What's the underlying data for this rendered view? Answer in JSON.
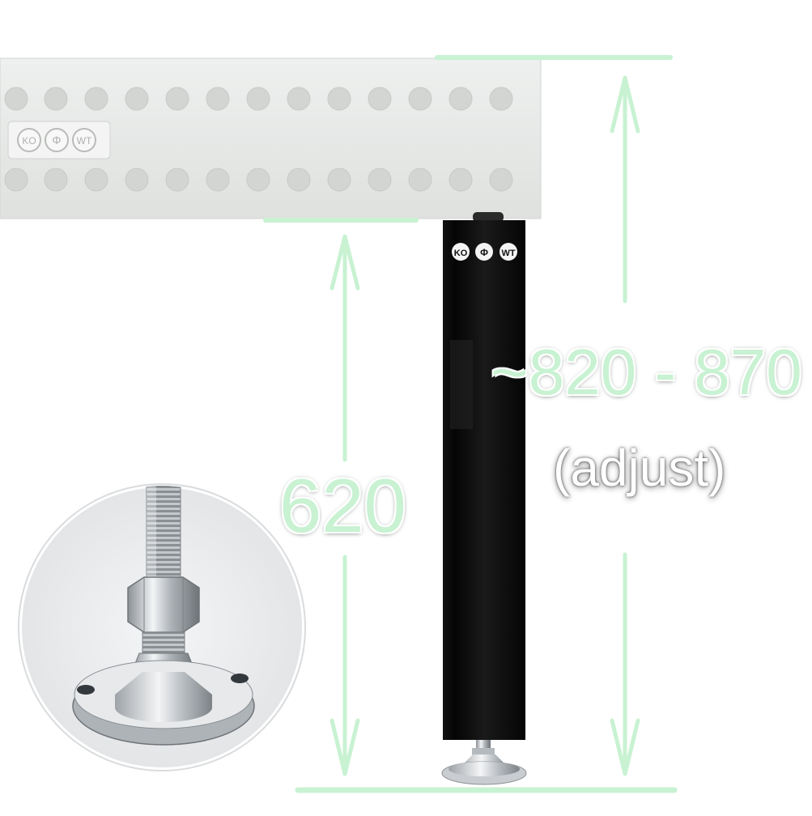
{
  "dimensions": {
    "frame_height": "620",
    "total_height_range": "~820 - 870",
    "adjust_note": "(adjust)"
  },
  "branding": {
    "logo_badges": [
      "KO",
      "Φ",
      "WT"
    ]
  },
  "colors": {
    "dimension_line": "#c8f2d2",
    "table_frame": "#e6e8e6",
    "leg": "#0b0b0b",
    "steel": "#c8ccd0"
  }
}
